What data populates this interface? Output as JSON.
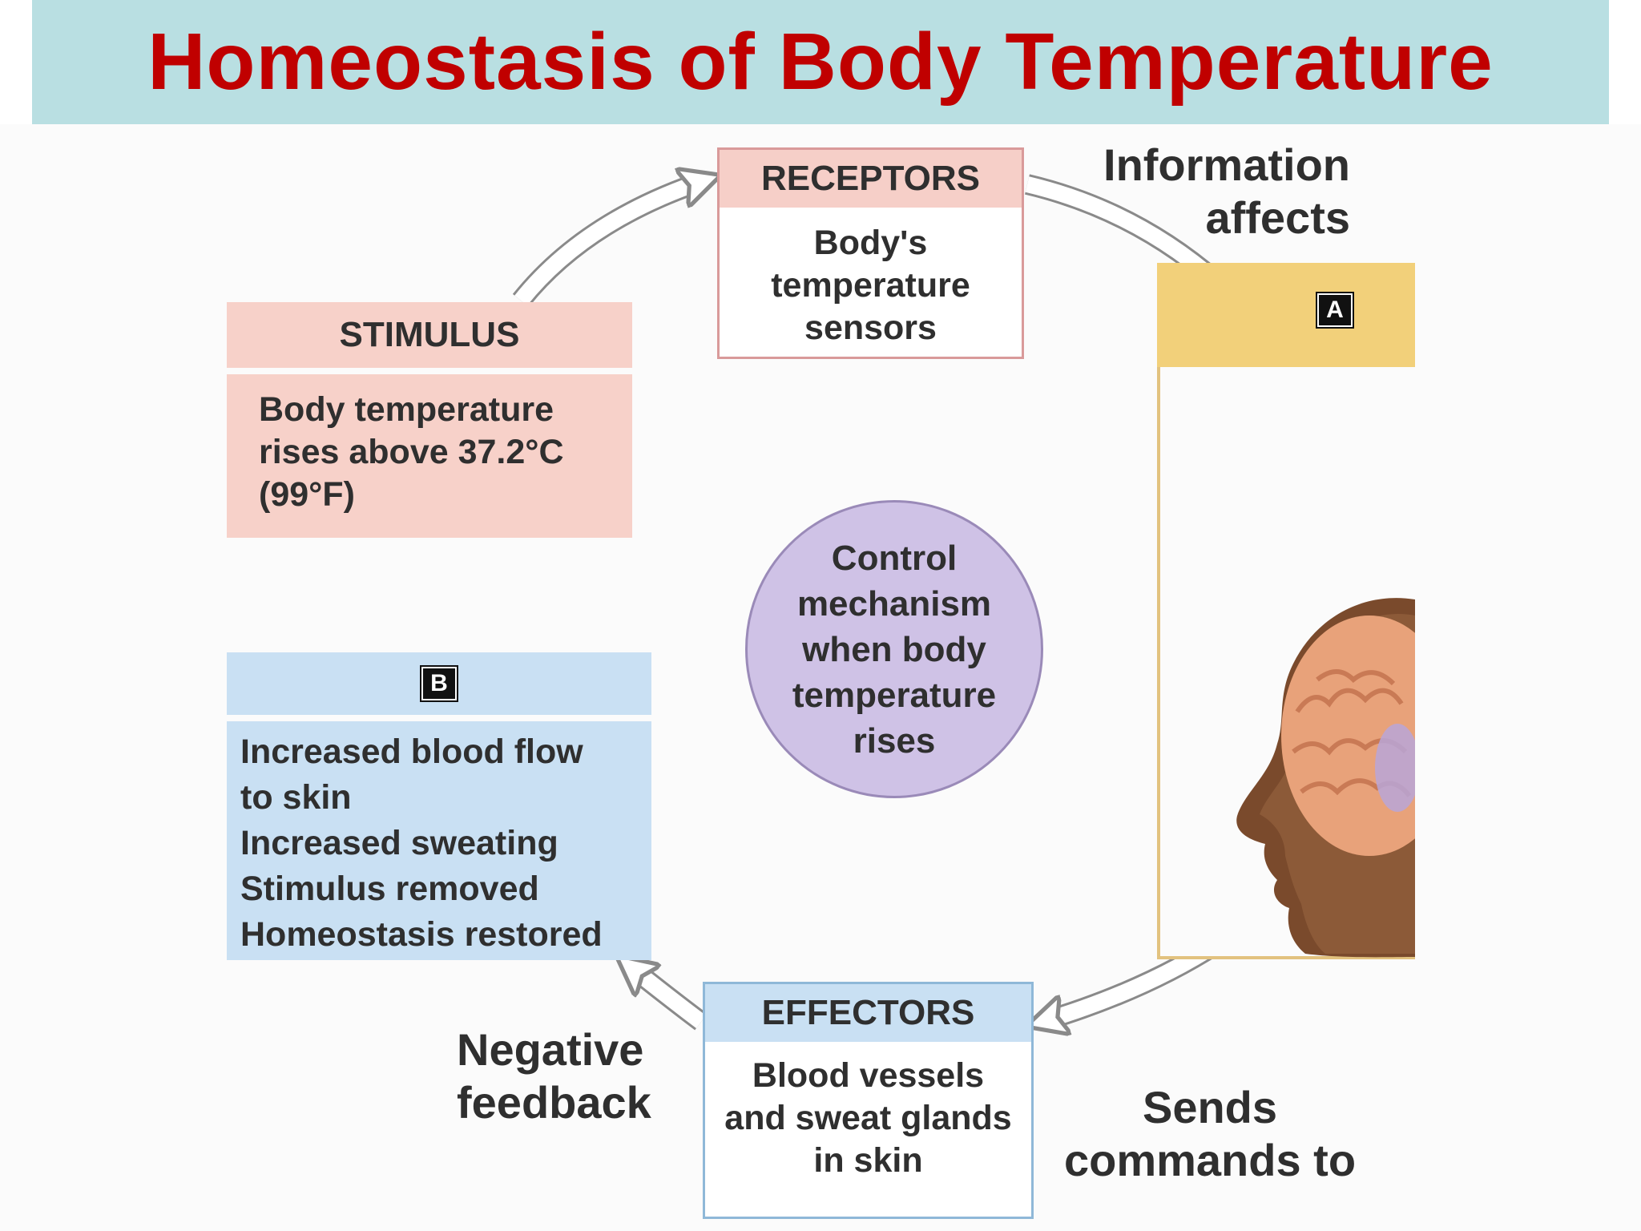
{
  "title": "Homeostasis of Body Temperature",
  "receptors": {
    "header": "RECEPTORS",
    "lines": [
      "Body's",
      "temperature",
      "sensors"
    ]
  },
  "information_label": {
    "lines": [
      "Information",
      "affects"
    ]
  },
  "stimulus": {
    "header": "STIMULUS",
    "lines": [
      "Body temperature",
      "rises above  37.2°C",
      "(99°F)"
    ]
  },
  "control": {
    "lines": [
      "Control",
      "mechanism",
      "when body",
      "temperature",
      "rises"
    ]
  },
  "panel_a": {
    "badge": "A"
  },
  "response": {
    "badge": "B",
    "lines": [
      "Increased blood flow",
      "to skin",
      "Increased sweating",
      "Stimulus removed",
      "Homeostasis restored"
    ]
  },
  "effectors": {
    "header": "EFFECTORS",
    "lines": [
      "Blood vessels",
      "and sweat glands",
      "in skin"
    ]
  },
  "negative_feedback_label": {
    "lines": [
      "Negative",
      "feedback"
    ]
  },
  "sends_label": {
    "lines": [
      "Sends",
      "commands to"
    ]
  },
  "colors": {
    "title_bar": "#b9dfe2",
    "title_text": "#c00000",
    "stimulus_fill": "#f7d1c9",
    "response_fill": "#c9e0f3",
    "control_fill": "#cfc2e6",
    "panel_a_fill": "#f2d07a",
    "arrow_fill": "#ffffff",
    "arrow_stroke": "#8a8a8a"
  }
}
